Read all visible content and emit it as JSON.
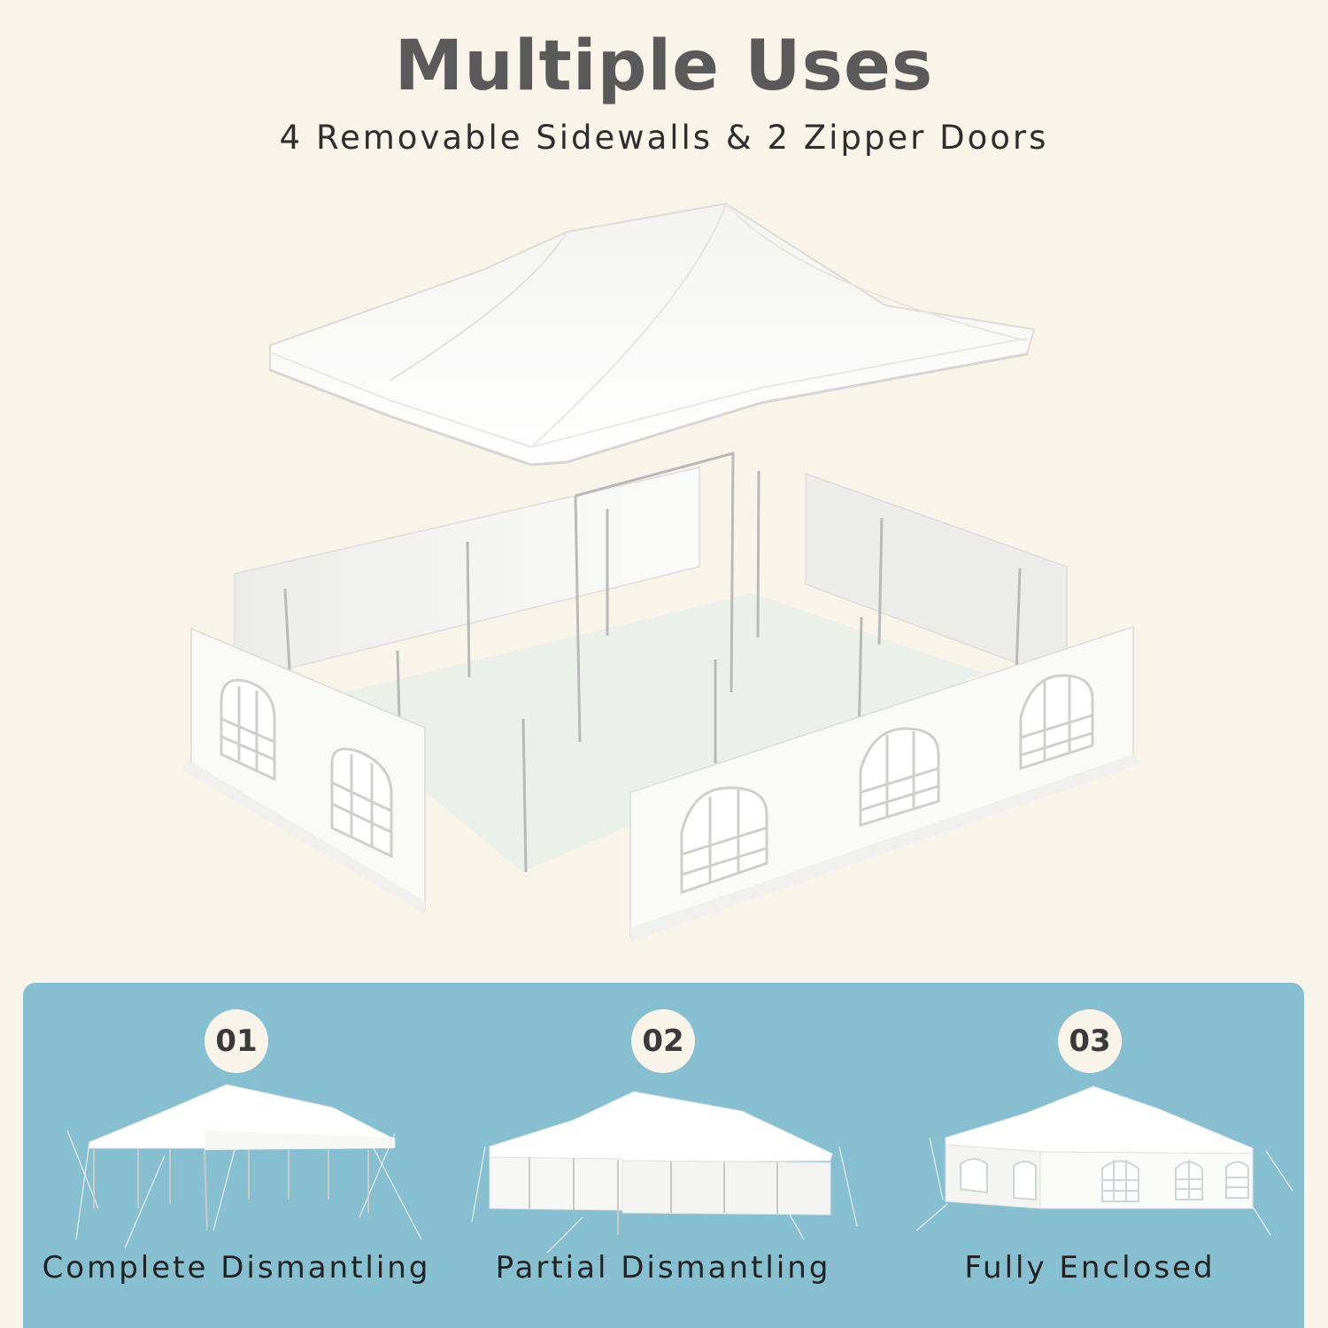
{
  "header": {
    "title": "Multiple Uses",
    "subtitle": "4 Removable Sidewalls & 2 Zipper Doors"
  },
  "colors": {
    "background": "#f8f4ea",
    "panel": "#85bfd0",
    "tent": "#ffffff",
    "text_dark": "#2e2e2e",
    "title_gray": "#5a5a5a"
  },
  "options": [
    {
      "number": "01",
      "label": "Complete Dismantling"
    },
    {
      "number": "02",
      "label": "Partial Dismantling"
    },
    {
      "number": "03",
      "label": "Fully Enclosed"
    }
  ]
}
